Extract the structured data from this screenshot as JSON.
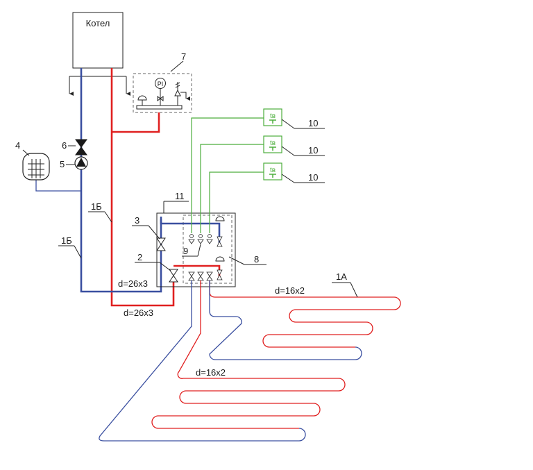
{
  "boiler": {
    "label": "Котел"
  },
  "callouts": {
    "n1a": "1А",
    "n1b_upper": "1Б",
    "n1b_lower": "1Б",
    "n2": "2",
    "n3": "3",
    "n4": "4",
    "n5": "5",
    "n6": "6",
    "n7": "7",
    "n8": "8",
    "n9": "9",
    "n10_a": "10",
    "n10_b": "10",
    "n10_c": "10",
    "n11": "11"
  },
  "pipe_sizes": {
    "return_main": "d=26x3",
    "supply_main": "d=26x3",
    "loop_right": "d=16x2",
    "loop_left": "d=16x2"
  },
  "instruments": {
    "pressure_gauge": "PI",
    "thermostat": "tв"
  },
  "colors": {
    "supply": "#e02020",
    "return": "#3a4fa0",
    "control": "#4cae3c"
  },
  "icons": {
    "expansion_tank": "expansion-tank-icon",
    "pump": "circulation-pump-icon",
    "valve": "gate-valve-icon",
    "air_vent": "air-vent-icon",
    "pressure_gauge": "pressure-gauge-icon",
    "safety_valve": "safety-valve-icon",
    "thermostat": "room-thermostat-icon"
  }
}
